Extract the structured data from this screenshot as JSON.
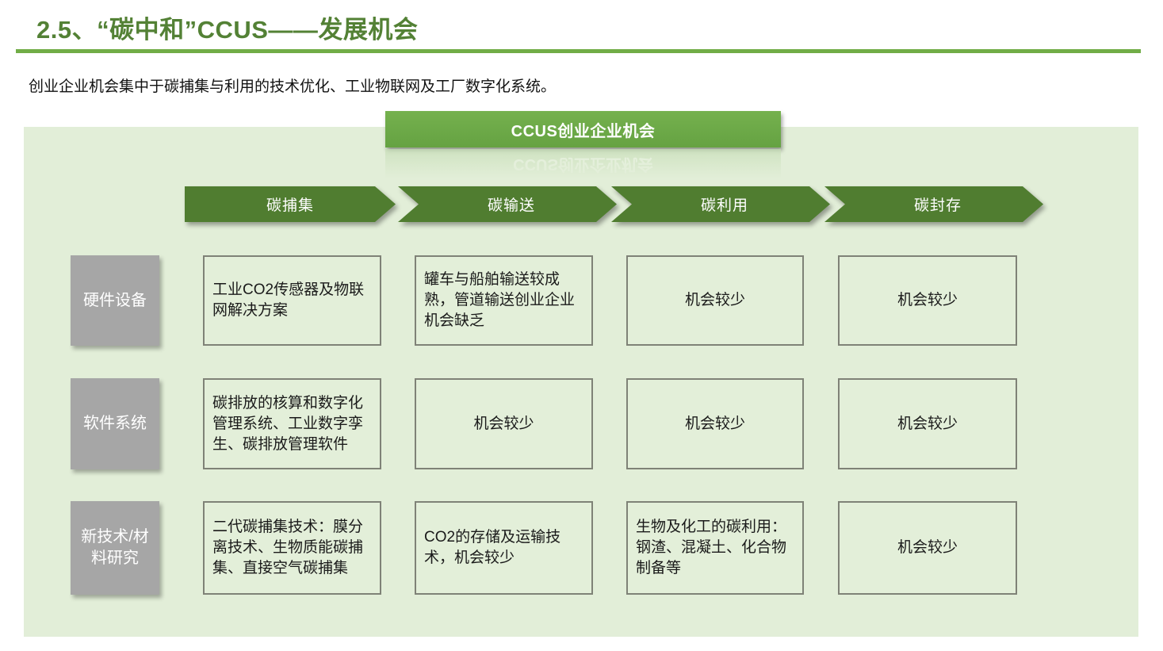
{
  "slide": {
    "title": "2.5、“碳中和”CCUS——发展机会",
    "subtitle": "创业企业机会集中于碳捕集与利用的技术优化、工业物联网及工厂数字化系统。"
  },
  "banner": {
    "label": "CCUS创业企业机会"
  },
  "stages": [
    {
      "label": "碳捕集"
    },
    {
      "label": "碳输送"
    },
    {
      "label": "碳利用"
    },
    {
      "label": "碳封存"
    }
  ],
  "matrix": {
    "rows": [
      {
        "label": "硬件设备",
        "cells": [
          {
            "text": "工业CO2传感器及物联网解决方案"
          },
          {
            "text": "罐车与船舶输送较成熟，管道输送创业企业机会缺乏"
          },
          {
            "text": "机会较少"
          },
          {
            "text": "机会较少"
          }
        ]
      },
      {
        "label": "软件系统",
        "cells": [
          {
            "text": "碳排放的核算和数字化管理系统、工业数字孪生、碳排放管理软件"
          },
          {
            "text": "机会较少"
          },
          {
            "text": "机会较少"
          },
          {
            "text": "机会较少"
          }
        ]
      },
      {
        "label": "新技术/材料研究",
        "cells": [
          {
            "text": "二代碳捕集技术：膜分离技术、生物质能碳捕集、直接空气碳捕集"
          },
          {
            "text": "CO2的存储及运输技术，机会较少"
          },
          {
            "text": "生物及化工的碳利用：钢渣、混凝土、化合物制备等"
          },
          {
            "text": "机会较少"
          }
        ]
      }
    ]
  },
  "colors": {
    "title_green": "#538135",
    "underline_green": "#71ad47",
    "banner_green": "#6cab48",
    "arrow_green": "#507d30",
    "panel_bg": "#e2eed8",
    "label_gray": "#a6a6a6",
    "cell_border": "#7f7f7f"
  }
}
